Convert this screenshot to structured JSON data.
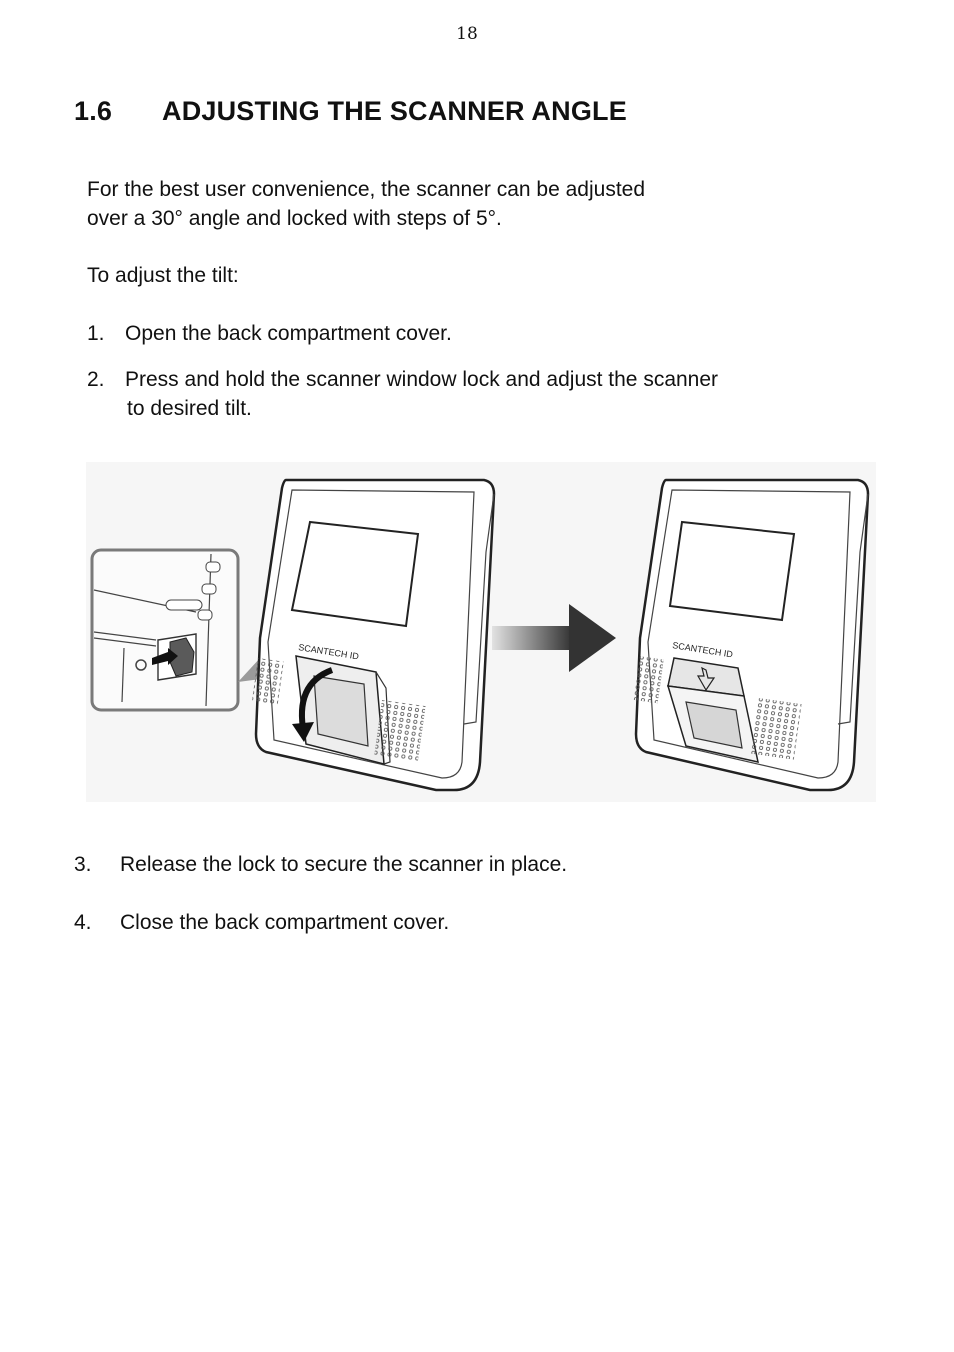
{
  "page": {
    "number": "18"
  },
  "section": {
    "number": "1.6",
    "title": "ADJUSTING THE SCANNER ANGLE"
  },
  "intro": {
    "line1": "For the best user convenience, the scanner can be adjusted",
    "line2": "over a 30° angle and locked with steps of 5°."
  },
  "lead": "To adjust the tilt:",
  "steps": [
    {
      "num": "1.",
      "line1": "Open the back compartment cover."
    },
    {
      "num": "2.",
      "line1": "Press and hold the scanner window lock and adjust the scanner",
      "line2": "to desired tilt."
    },
    {
      "num": "3.",
      "line1": "Release the lock to secure the scanner in place."
    },
    {
      "num": "4.",
      "line1": "Close the back compartment cover."
    }
  ],
  "figure": {
    "brand_label": "SCANTECH ID"
  }
}
